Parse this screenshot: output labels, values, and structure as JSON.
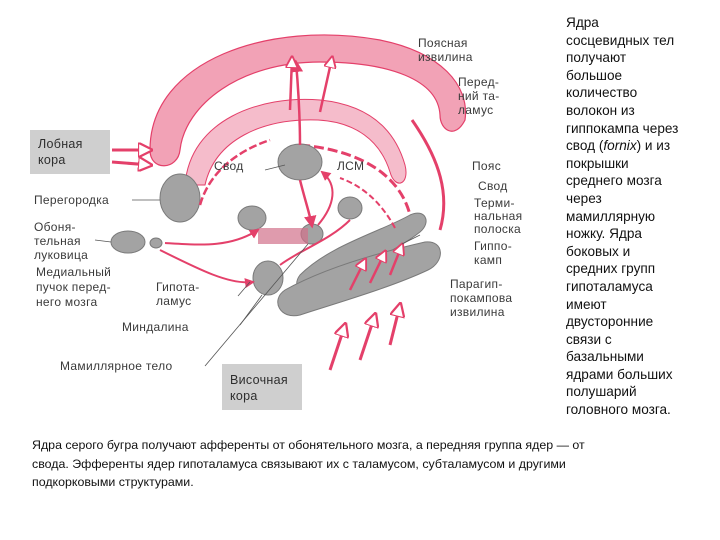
{
  "diagram": {
    "labels": {
      "cingulate_gyrus": [
        "Поясная",
        "извилина"
      ],
      "anterior_thalamus": [
        "Перед-",
        "ний та-",
        "ламус"
      ],
      "frontal_cortex": [
        "Лобная",
        "кора"
      ],
      "fornix": "Свод",
      "lsm": "ЛСМ",
      "cingulum": "Пояс",
      "fornix_right": "Свод",
      "septum": "Перегородка",
      "terminal_stria": [
        "Терми-",
        "нальная",
        "полоска"
      ],
      "olfactory_bulb": [
        "Обоня-",
        "тельная",
        "луковица"
      ],
      "hippocampus": [
        "Гиппо-",
        "камп"
      ],
      "medial_forebrain_bundle": [
        "Медиальный",
        "пучок перед-",
        "него мозга"
      ],
      "hypothalamus": [
        "Гипота-",
        "ламус"
      ],
      "parahippocampal_gyrus": [
        "Парагип-",
        "покампова",
        "извилина"
      ],
      "amygdala": "Миндалина",
      "mamillary_body": "Мамиллярное тело",
      "temporal_cortex": [
        "Височная",
        "кора"
      ]
    },
    "colors": {
      "pink_fill": "#f2a2b6",
      "pink_stroke": "#e4406a",
      "gray_fill": "#a3a3a3",
      "gray_dark": "#7a7a7a",
      "label_box": "#cfcfcf"
    }
  },
  "side_text": {
    "lines": [
      "Ядра",
      "сосцевидных тел",
      "получают",
      "большое",
      "количество",
      "волокон из",
      "гиппокампа через",
      "свод (",
      "fornix",
      ") и из",
      "покрышки",
      "среднего мозга",
      "через",
      "мамиллярную",
      "ножку. Ядра",
      "боковых и",
      "средних групп",
      "гипоталамуса",
      "имеют",
      "двусторонние",
      "связи с",
      "базальными",
      "ядрами больших",
      "полушарий",
      "головного мозга."
    ]
  },
  "caption": {
    "lines": [
      "Ядра серого бугра получают афференты от обонятельного мозга, а передняя группа ядер — от",
      "свода. Эфференты ядер гипоталамуса связывают их с таламусом, субталамусом и другими",
      "подкорковыми структурами."
    ]
  }
}
